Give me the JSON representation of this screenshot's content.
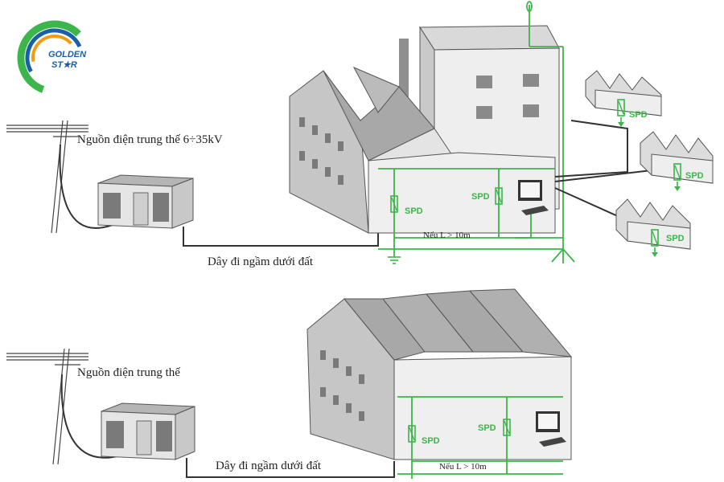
{
  "logo": {
    "line1": "GOLDEN",
    "line2": "ST★R",
    "colors": {
      "blue": "#1a5fa8",
      "green": "#3cb54a",
      "orange": "#f39c12"
    }
  },
  "diagram_top": {
    "source_label": "Nguồn điện trung thế 6÷35kV",
    "cable_label": "Dây đi ngầm dưới đất",
    "distance_label": "Nếu L > 10m",
    "spd_labels": [
      "SPD",
      "SPD",
      "SPD",
      "SPD",
      "SPD"
    ]
  },
  "diagram_bottom": {
    "source_label": "Nguồn điện trung thế",
    "cable_label": "Dây đi ngầm dưới đất",
    "distance_label": "Nếu L > 10m",
    "spd_labels": [
      "SPD",
      "SPD"
    ]
  },
  "colors": {
    "wire_green": "#3cb54a",
    "building_light": "#e6e6e6",
    "building_dark": "#b9b9b9",
    "roof": "#a9a9a9",
    "line": "#333333"
  }
}
